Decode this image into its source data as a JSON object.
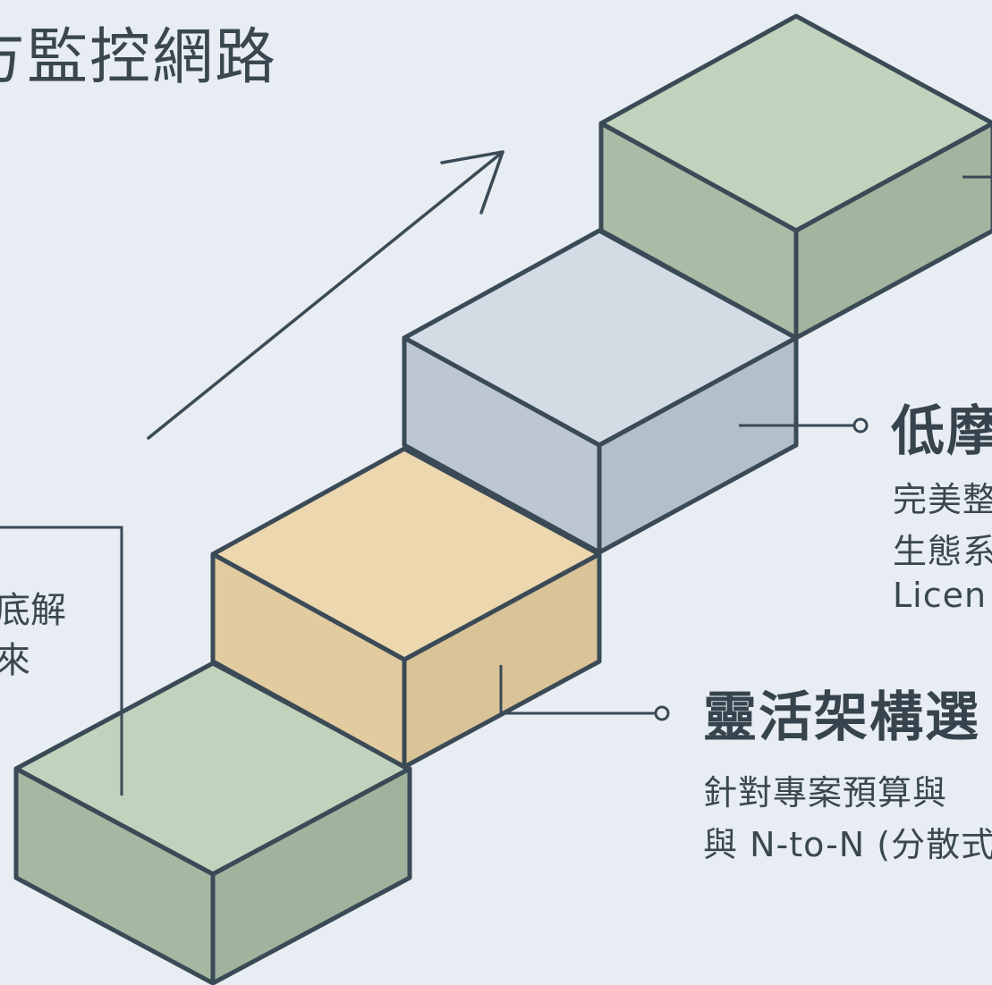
{
  "title": "方監控網路",
  "left_note": {
    "line1": "底解",
    "line2": "來"
  },
  "steps": [
    {
      "title": "低摩",
      "desc_lines": [
        "完美整",
        "生態系",
        "Licen"
      ]
    },
    {
      "title": "靈活架構選",
      "desc_lines": [
        "針對專案預算與",
        "與 N-to-N (分散式"
      ]
    }
  ],
  "colors": {
    "background": "#e7edf2",
    "outline": "#3a4a56",
    "green_top": "#bfd3bd",
    "green_side": "#a5b8a2",
    "blue_top": "#d3dbe4",
    "blue_side": "#b6c2ce",
    "sand_top": "#ecd7ae",
    "sand_side": "#dcc79d"
  }
}
